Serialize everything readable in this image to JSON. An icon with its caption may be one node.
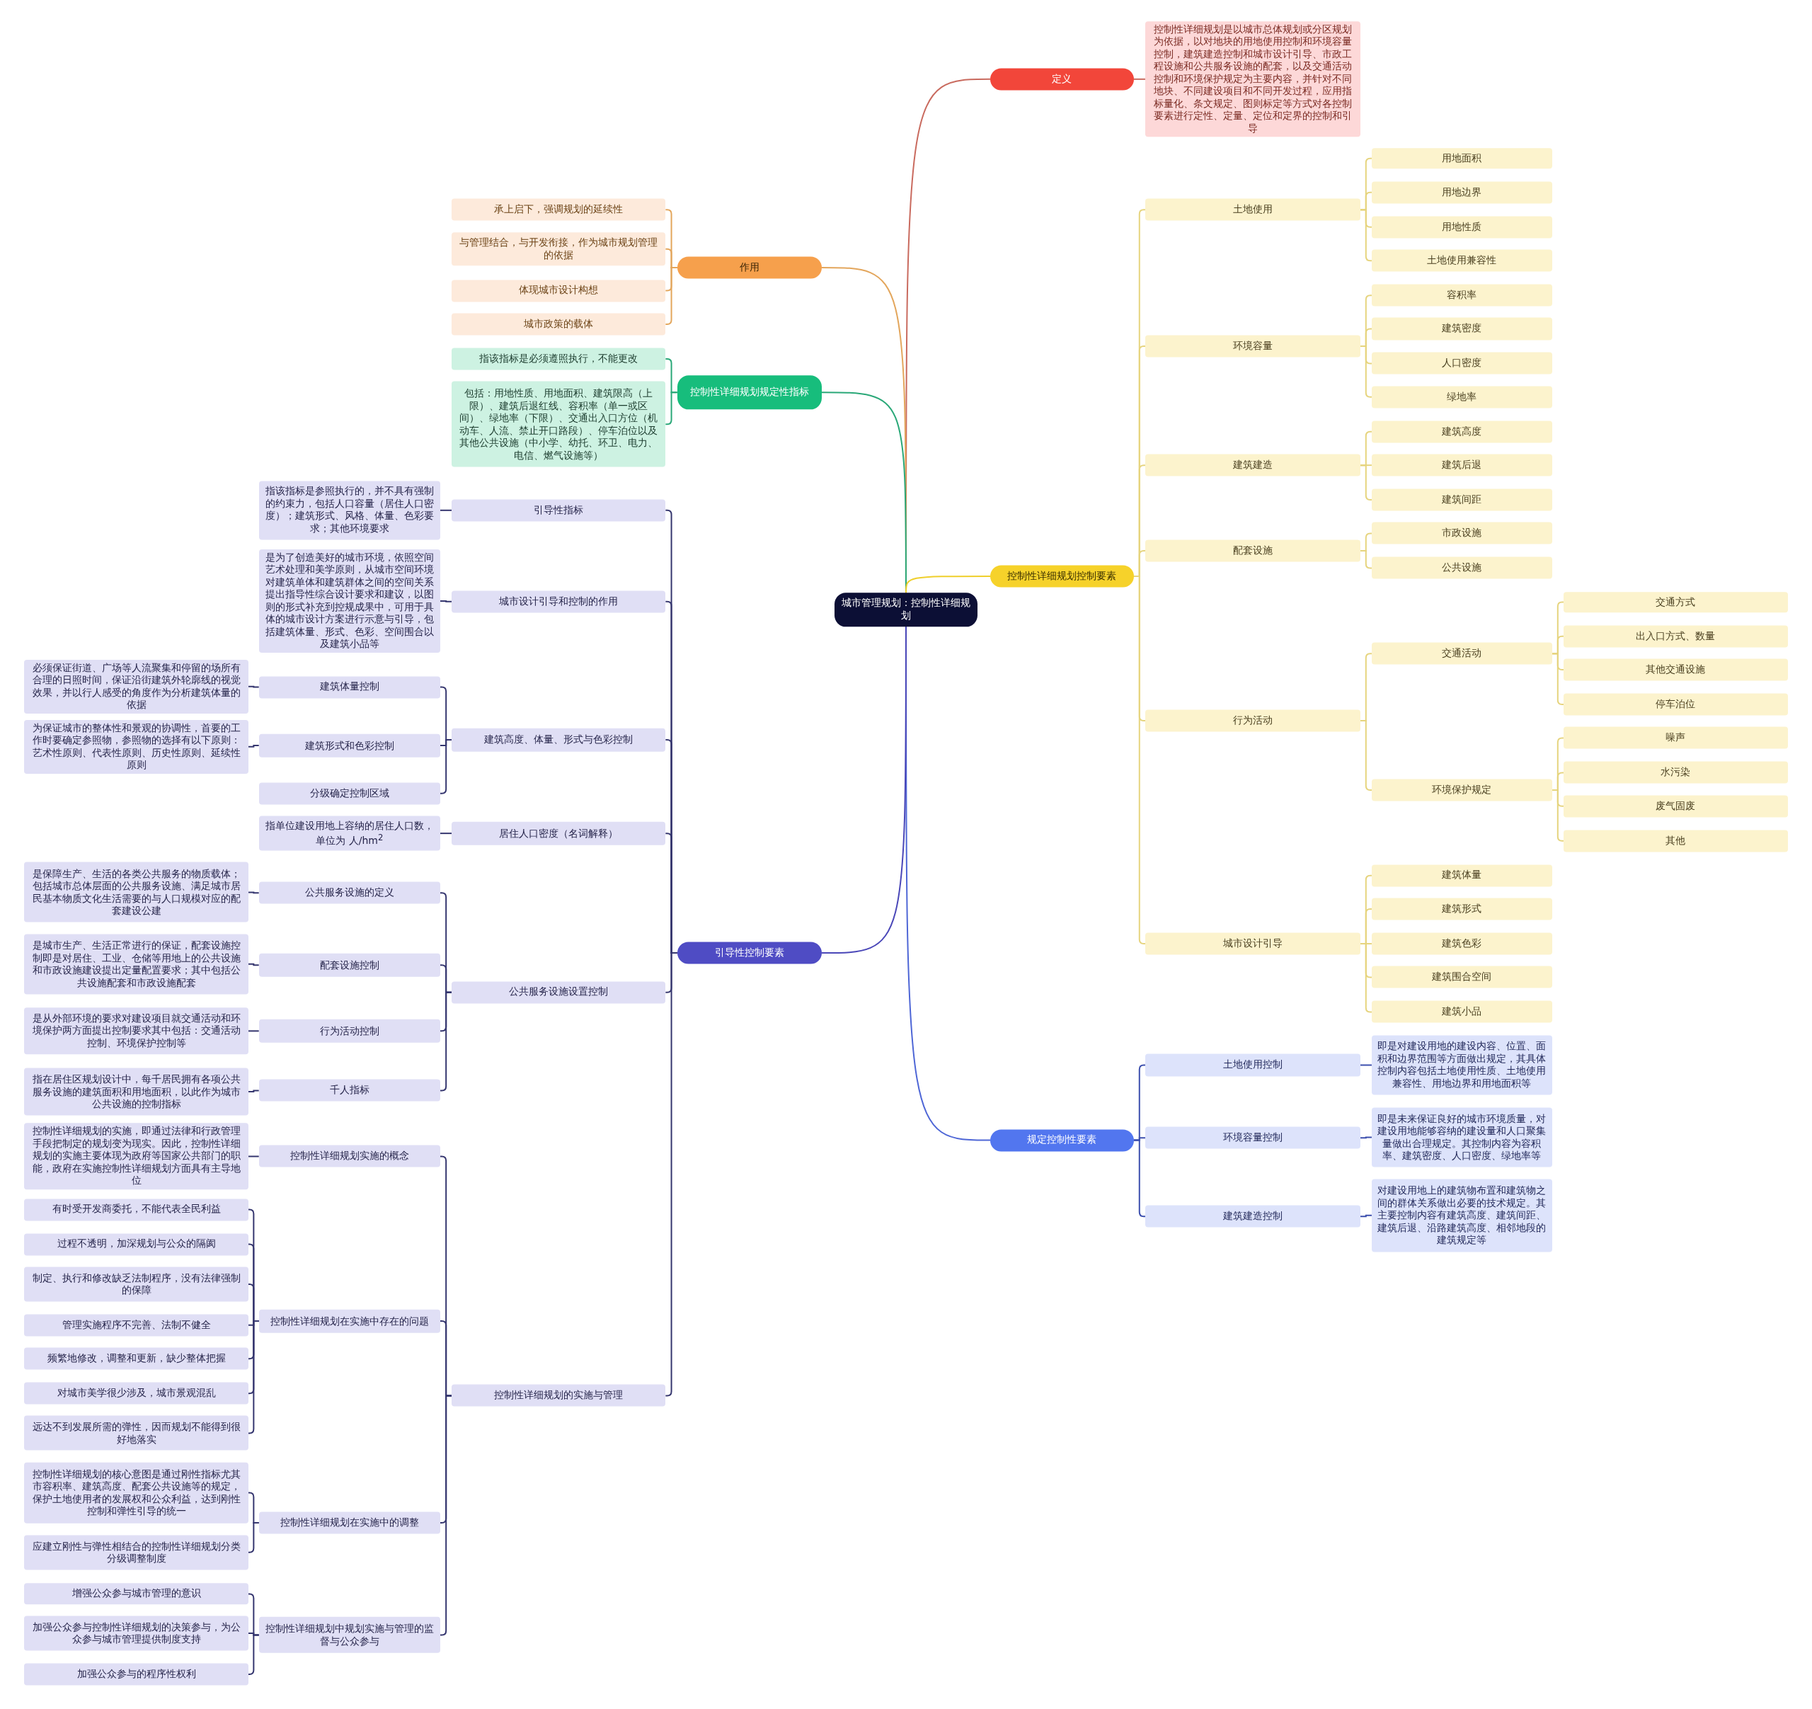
{
  "diagram": {
    "nodes": [
      {
        "text": [
          "城市管理规划：控制性详细规划"
        ]
      },
      {
        "text": [
          "定义"
        ]
      },
      {
        "text": [
          "控制性详细规划是以城市总体规划或分区规划为依据，以对地块的用地使用控制和环境容量控制，建筑建造控制和城市设计引导、市政工程设施和公共服务设施的配套，以及交通活动控制和环境保护规定为主要内容，并针对不同地块、不同建设项目和不同开发过程，应用指标量化、条文规定、图则标定等方式对各控制要素进行定性、定量、定位和定界的控制和引导"
        ]
      },
      {
        "text": [
          "作用"
        ]
      },
      {
        "text": [
          "承上启下，强调规划的延续性"
        ]
      },
      {
        "text": [
          "与管理结合，与开发衔接，作为城市规划管理的依据"
        ]
      },
      {
        "text": [
          "体现城市设计构想"
        ]
      },
      {
        "text": [
          "城市政策的载体"
        ]
      },
      {
        "text": [
          "控制性详细规划规定性指标"
        ]
      },
      {
        "text": [
          "指该指标是必须遵照执行，不能更改"
        ]
      },
      {
        "text": [
          "包括：用地性质、用地面积、建筑限高（上限）、建筑后退红线、容积率（单一或区间）、绿地率（下限）、交通出入口方位（机动车、人流、禁止开口路段）、停车泊位以及其他公共设施（中小学、幼托、环卫、电力、电信、燃气设施等）"
        ]
      },
      {
        "text": [
          "控制性详细规划控制要素"
        ]
      },
      {
        "text": [
          "土地使用"
        ]
      },
      {
        "text": [
          "用地面积"
        ]
      },
      {
        "text": [
          "用地边界"
        ]
      },
      {
        "text": [
          "用地性质"
        ]
      },
      {
        "text": [
          "土地使用兼容性"
        ]
      },
      {
        "text": [
          "环境容量"
        ]
      },
      {
        "text": [
          "容积率"
        ]
      },
      {
        "text": [
          "建筑密度"
        ]
      },
      {
        "text": [
          "人口密度"
        ]
      },
      {
        "text": [
          "绿地率"
        ]
      },
      {
        "text": [
          "建筑建造"
        ]
      },
      {
        "text": [
          "建筑高度"
        ]
      },
      {
        "text": [
          "建筑后退"
        ]
      },
      {
        "text": [
          "建筑间距"
        ]
      },
      {
        "text": [
          "配套设施"
        ]
      },
      {
        "text": [
          "市政设施"
        ]
      },
      {
        "text": [
          "公共设施"
        ]
      },
      {
        "text": [
          "行为活动"
        ]
      },
      {
        "text": [
          "交通活动"
        ]
      },
      {
        "text": [
          "交通方式"
        ]
      },
      {
        "text": [
          "出入口方式、数量"
        ]
      },
      {
        "text": [
          "其他交通设施"
        ]
      },
      {
        "text": [
          "停车泊位"
        ]
      },
      {
        "text": [
          "环境保护规定"
        ]
      },
      {
        "text": [
          "噪声"
        ]
      },
      {
        "text": [
          "水污染"
        ]
      },
      {
        "text": [
          "废气固废"
        ]
      },
      {
        "text": [
          "其他"
        ]
      },
      {
        "text": [
          "城市设计引导"
        ]
      },
      {
        "text": [
          "建筑体量"
        ]
      },
      {
        "text": [
          "建筑形式"
        ]
      },
      {
        "text": [
          "建筑色彩"
        ]
      },
      {
        "text": [
          "建筑围合空间"
        ]
      },
      {
        "text": [
          "建筑小品"
        ]
      },
      {
        "text": [
          "规定控制性要素"
        ]
      },
      {
        "text": [
          "土地使用控制"
        ]
      },
      {
        "text": [
          "即是对建设用地的建设内容、位置、面积和边界范围等方面做出规定，其具体控制内容包括土地使用性质、土地使用兼容性、用地边界和用地面积等"
        ]
      },
      {
        "text": [
          "环境容量控制"
        ]
      },
      {
        "text": [
          "即是未来保证良好的城市环境质量，对建设用地能够容纳的建设量和人口聚集量做出合理规定。其控制内容为容积率、建筑密度、人口密度、绿地率等"
        ]
      },
      {
        "text": [
          "建筑建造控制"
        ]
      },
      {
        "text": [
          "对建设用地上的建筑物布置和建筑物之间的群体关系做出必要的技术规定。其主要控制内容有建筑高度、建筑间距、建筑后退、沿路建筑高度、相邻地段的建筑规定等"
        ]
      },
      {
        "text": [
          "引导性控制要素"
        ]
      },
      {
        "text": [
          "引导性指标"
        ]
      },
      {
        "text": [
          "指该指标是参照执行的，并不具有强制的约束力，包括人口容量（居住人口密度）；建筑形式、风格、体量、色彩要求；其他环境要求"
        ]
      },
      {
        "text": [
          "城市设计引导和控制的作用"
        ]
      },
      {
        "text": [
          "是为了创造美好的城市环境，依照空间艺术处理和美学原则，从城市空间环境对建筑单体和建筑群体之间的空间关系提出指导性综合设计要求和建议，以图则的形式补充到控规成果中，可用于具体的城市设计方案进行示意与引导，包括建筑体量、形式、色彩、空间围合以及建筑小品等"
        ]
      },
      {
        "text": [
          "建筑高度、体量、形式与色彩控制"
        ]
      },
      {
        "text": [
          "建筑体量控制"
        ]
      },
      {
        "text": [
          "必须保证街道、广场等人流聚集和停留的场所有合理的日照时间，保证沿街建筑外轮廓线的视觉效果，并以行人感受的角度作为分析建筑体量的依据"
        ]
      },
      {
        "text": [
          "建筑形式和色彩控制"
        ]
      },
      {
        "text": [
          "为保证城市的整体性和景观的协调性，首要的工作时要确定参照物，参照物的选择有以下原则：艺术性原则、代表性原则、历史性原则、延续性原则"
        ]
      },
      {
        "text": [
          "分级确定控制区域"
        ]
      },
      {
        "text": [
          "居住人口密度（名词解释）"
        ]
      },
      {
        "text": [
          "指单位建设用地上容纳的居住人口数，单位为 人/hm$^{2}$"
        ]
      },
      {
        "text": [
          "公共服务设施设置控制"
        ]
      },
      {
        "text": [
          "公共服务设施的定义"
        ]
      },
      {
        "text": [
          "是保障生产、生活的各类公共服务的物质载体；包括城市总体层面的公共服务设施、满足城市居民基本物质文化生活需要的与人口规模对应的配套建设公建"
        ]
      },
      {
        "text": [
          "配套设施控制"
        ]
      },
      {
        "text": [
          "是城市生产、生活正常进行的保证，配套设施控制即是对居住、工业、仓储等用地上的公共设施和市政设施建设提出定量配置要求；其中包括公共设施配套和市政设施配套"
        ]
      },
      {
        "text": [
          "行为活动控制"
        ]
      },
      {
        "text": [
          "是从外部环境的要求对建设项目就交通活动和环境保护两方面提出控制要求其中包括：交通活动控制、环境保护控制等"
        ]
      },
      {
        "text": [
          "千人指标"
        ]
      },
      {
        "text": [
          "指在居住区规划设计中，每千居民拥有各项公共服务设施的建筑面积和用地面积，以此作为城市公共设施的控制指标"
        ]
      },
      {
        "text": [
          "控制性详细规划的实施与管理"
        ]
      },
      {
        "text": [
          "控制性详细规划实施的概念"
        ]
      },
      {
        "text": [
          "控制性详细规划的实施，即通过法律和行政管理手段把制定的规划变为现实。因此，控制性详细规划的实施主要体现为政府等国家公共部门的职能，政府在实施控制性详细规划方面具有主导地位"
        ]
      },
      {
        "text": [
          "控制性详细规划在实施中存在的问题"
        ]
      },
      {
        "text": [
          "有时受开发商委托，不能代表全民利益"
        ]
      },
      {
        "text": [
          "过程不透明，加深规划与公众的隔阂"
        ]
      },
      {
        "text": [
          "制定、执行和修改缺乏法制程序，没有法律强制的保障"
        ]
      },
      {
        "text": [
          "管理实施程序不完善、法制不健全"
        ]
      },
      {
        "text": [
          "频繁地修改，调整和更新，缺少整体把握"
        ]
      },
      {
        "text": [
          "对城市美学很少涉及，城市景观混乱"
        ]
      },
      {
        "text": [
          "远达不到发展所需的弹性，因而规划不能得到很好地落实"
        ]
      },
      {
        "text": [
          "控制性详细规划在实施中的调整"
        ]
      },
      {
        "text": [
          "控制性详细规划的核心意图是通过刚性指标尤其市容积率、建筑高度、配套公共设施等的规定，保护土地使用者的发展权和公众利益，达到刚性控制和弹性引导的统一"
        ]
      },
      {
        "text": [
          "应建立刚性与弹性相结合的控制性详细规划分类分级调整制度"
        ]
      },
      {
        "text": [
          "控制性详细规划中规划实施与管理的监督与公众参与"
        ]
      },
      {
        "text": [
          "增强公众参与城市管理的意识"
        ]
      },
      {
        "text": [
          "加强公众参与控制性详细规划的决策参与，为公众参与城市管理提供制度支持"
        ]
      },
      {
        "text": [
          "加强公众参与的程序性权利"
        ]
      }
    ],
    "edges": [
      {
        "from": 0,
        "to": 1,
        "arrow": "none",
        "color": "#c96a5e"
      },
      {
        "from": 1,
        "to": 2,
        "arrow": "none",
        "color": "#c96a5e"
      },
      {
        "from": 0,
        "to": 3,
        "arrow": "none",
        "color": "#e3a65c"
      },
      {
        "from": 3,
        "to": 4,
        "arrow": "none",
        "color": "#e3a65c"
      },
      {
        "from": 3,
        "to": 5,
        "arrow": "none",
        "color": "#e3a65c"
      },
      {
        "from": 3,
        "to": 6,
        "arrow": "none",
        "color": "#e3a65c"
      },
      {
        "from": 3,
        "to": 7,
        "arrow": "none",
        "color": "#e3a65c"
      },
      {
        "from": 0,
        "to": 8,
        "arrow": "none",
        "color": "#2aa878"
      },
      {
        "from": 8,
        "to": 9,
        "arrow": "none",
        "color": "#2aa878"
      },
      {
        "from": 8,
        "to": 10,
        "arrow": "none",
        "color": "#2aa878"
      },
      {
        "from": 0,
        "to": 11,
        "arrow": "none",
        "color": "#efcf2c"
      },
      {
        "from": 11,
        "to": 12,
        "arrow": "none",
        "color": "#e6d47e"
      },
      {
        "from": 12,
        "to": 13,
        "arrow": "none",
        "color": "#e6d47e"
      },
      {
        "from": 12,
        "to": 14,
        "arrow": "none",
        "color": "#e6d47e"
      },
      {
        "from": 12,
        "to": 15,
        "arrow": "none",
        "color": "#e6d47e"
      },
      {
        "from": 12,
        "to": 16,
        "arrow": "none",
        "color": "#e6d47e"
      },
      {
        "from": 11,
        "to": 17,
        "arrow": "none",
        "color": "#e6d47e"
      },
      {
        "from": 17,
        "to": 18,
        "arrow": "none",
        "color": "#e6d47e"
      },
      {
        "from": 17,
        "to": 19,
        "arrow": "none",
        "color": "#e6d47e"
      },
      {
        "from": 17,
        "to": 20,
        "arrow": "none",
        "color": "#e6d47e"
      },
      {
        "from": 17,
        "to": 21,
        "arrow": "none",
        "color": "#e6d47e"
      },
      {
        "from": 11,
        "to": 22,
        "arrow": "none",
        "color": "#e6d47e"
      },
      {
        "from": 22,
        "to": 23,
        "arrow": "none",
        "color": "#e6d47e"
      },
      {
        "from": 22,
        "to": 24,
        "arrow": "none",
        "color": "#e6d47e"
      },
      {
        "from": 22,
        "to": 25,
        "arrow": "none",
        "color": "#e6d47e"
      },
      {
        "from": 11,
        "to": 26,
        "arrow": "none",
        "color": "#e6d47e"
      },
      {
        "from": 26,
        "to": 27,
        "arrow": "none",
        "color": "#e6d47e"
      },
      {
        "from": 26,
        "to": 28,
        "arrow": "none",
        "color": "#e6d47e"
      },
      {
        "from": 11,
        "to": 29,
        "arrow": "none",
        "color": "#e6d47e"
      },
      {
        "from": 29,
        "to": 30,
        "arrow": "none",
        "color": "#e6d47e"
      },
      {
        "from": 30,
        "to": 31,
        "arrow": "none",
        "color": "#e6d47e"
      },
      {
        "from": 30,
        "to": 32,
        "arrow": "none",
        "color": "#e6d47e"
      },
      {
        "from": 30,
        "to": 33,
        "arrow": "none",
        "color": "#e6d47e"
      },
      {
        "from": 30,
        "to": 34,
        "arrow": "none",
        "color": "#e6d47e"
      },
      {
        "from": 29,
        "to": 35,
        "arrow": "none",
        "color": "#e6d47e"
      },
      {
        "from": 35,
        "to": 36,
        "arrow": "none",
        "color": "#e6d47e"
      },
      {
        "from": 35,
        "to": 37,
        "arrow": "none",
        "color": "#e6d47e"
      },
      {
        "from": 35,
        "to": 38,
        "arrow": "none",
        "color": "#e6d47e"
      },
      {
        "from": 35,
        "to": 39,
        "arrow": "none",
        "color": "#e6d47e"
      },
      {
        "from": 11,
        "to": 40,
        "arrow": "none",
        "color": "#e6d47e"
      },
      {
        "from": 40,
        "to": 41,
        "arrow": "none",
        "color": "#e6d47e"
      },
      {
        "from": 40,
        "to": 42,
        "arrow": "none",
        "color": "#e6d47e"
      },
      {
        "from": 40,
        "to": 43,
        "arrow": "none",
        "color": "#e6d47e"
      },
      {
        "from": 40,
        "to": 44,
        "arrow": "none",
        "color": "#e6d47e"
      },
      {
        "from": 40,
        "to": 45,
        "arrow": "none",
        "color": "#e6d47e"
      },
      {
        "from": 0,
        "to": 46,
        "arrow": "none",
        "color": "#4e66d6"
      },
      {
        "from": 46,
        "to": 47,
        "arrow": "none",
        "color": "#3c4fae"
      },
      {
        "from": 47,
        "to": 48,
        "arrow": "none",
        "color": "#3c4fae"
      },
      {
        "from": 46,
        "to": 49,
        "arrow": "none",
        "color": "#3c4fae"
      },
      {
        "from": 49,
        "to": 50,
        "arrow": "none",
        "color": "#3c4fae"
      },
      {
        "from": 46,
        "to": 51,
        "arrow": "none",
        "color": "#3c4fae"
      },
      {
        "from": 51,
        "to": 52,
        "arrow": "none",
        "color": "#3c4fae"
      },
      {
        "from": 0,
        "to": 53,
        "arrow": "none",
        "color": "#4a47b8"
      },
      {
        "from": 53,
        "to": 54,
        "arrow": "none",
        "color": "#35366f"
      },
      {
        "from": 54,
        "to": 55,
        "arrow": "none",
        "color": "#35366f"
      },
      {
        "from": 53,
        "to": 56,
        "arrow": "none",
        "color": "#35366f"
      },
      {
        "from": 56,
        "to": 57,
        "arrow": "none",
        "color": "#35366f"
      },
      {
        "from": 53,
        "to": 58,
        "arrow": "none",
        "color": "#35366f"
      },
      {
        "from": 58,
        "to": 59,
        "arrow": "none",
        "color": "#35366f"
      },
      {
        "from": 59,
        "to": 60,
        "arrow": "none",
        "color": "#35366f"
      },
      {
        "from": 58,
        "to": 61,
        "arrow": "none",
        "color": "#35366f"
      },
      {
        "from": 61,
        "to": 62,
        "arrow": "none",
        "color": "#35366f"
      },
      {
        "from": 58,
        "to": 63,
        "arrow": "none",
        "color": "#35366f"
      },
      {
        "from": 53,
        "to": 64,
        "arrow": "none",
        "color": "#35366f"
      },
      {
        "from": 64,
        "to": 65,
        "arrow": "none",
        "color": "#35366f"
      },
      {
        "from": 53,
        "to": 66,
        "arrow": "none",
        "color": "#35366f"
      },
      {
        "from": 66,
        "to": 67,
        "arrow": "none",
        "color": "#35366f"
      },
      {
        "from": 67,
        "to": 68,
        "arrow": "none",
        "color": "#35366f"
      },
      {
        "from": 66,
        "to": 69,
        "arrow": "none",
        "color": "#35366f"
      },
      {
        "from": 69,
        "to": 70,
        "arrow": "none",
        "color": "#35366f"
      },
      {
        "from": 66,
        "to": 71,
        "arrow": "none",
        "color": "#35366f"
      },
      {
        "from": 71,
        "to": 72,
        "arrow": "none",
        "color": "#35366f"
      },
      {
        "from": 66,
        "to": 73,
        "arrow": "none",
        "color": "#35366f"
      },
      {
        "from": 73,
        "to": 74,
        "arrow": "none",
        "color": "#35366f"
      },
      {
        "from": 53,
        "to": 75,
        "arrow": "none",
        "color": "#35366f"
      },
      {
        "from": 75,
        "to": 76,
        "arrow": "none",
        "color": "#35366f"
      },
      {
        "from": 76,
        "to": 77,
        "arrow": "none",
        "color": "#35366f"
      },
      {
        "from": 75,
        "to": 78,
        "arrow": "none",
        "color": "#35366f"
      },
      {
        "from": 78,
        "to": 79,
        "arrow": "none",
        "color": "#35366f"
      },
      {
        "from": 78,
        "to": 80,
        "arrow": "none",
        "color": "#35366f"
      },
      {
        "from": 78,
        "to": 81,
        "arrow": "none",
        "color": "#35366f"
      },
      {
        "from": 78,
        "to": 82,
        "arrow": "none",
        "color": "#35366f"
      },
      {
        "from": 78,
        "to": 83,
        "arrow": "none",
        "color": "#35366f"
      },
      {
        "from": 78,
        "to": 84,
        "arrow": "none",
        "color": "#35366f"
      },
      {
        "from": 78,
        "to": 85,
        "arrow": "none",
        "color": "#35366f"
      },
      {
        "from": 75,
        "to": 86,
        "arrow": "none",
        "color": "#35366f"
      },
      {
        "from": 86,
        "to": 87,
        "arrow": "none",
        "color": "#35366f"
      },
      {
        "from": 86,
        "to": 88,
        "arrow": "none",
        "color": "#35366f"
      },
      {
        "from": 75,
        "to": 89,
        "arrow": "none",
        "color": "#35366f"
      },
      {
        "from": 89,
        "to": 90,
        "arrow": "none",
        "color": "#35366f"
      },
      {
        "from": 89,
        "to": 91,
        "arrow": "none",
        "color": "#35366f"
      },
      {
        "from": 89,
        "to": 92,
        "arrow": "none",
        "color": "#35366f"
      }
    ]
  }
}
